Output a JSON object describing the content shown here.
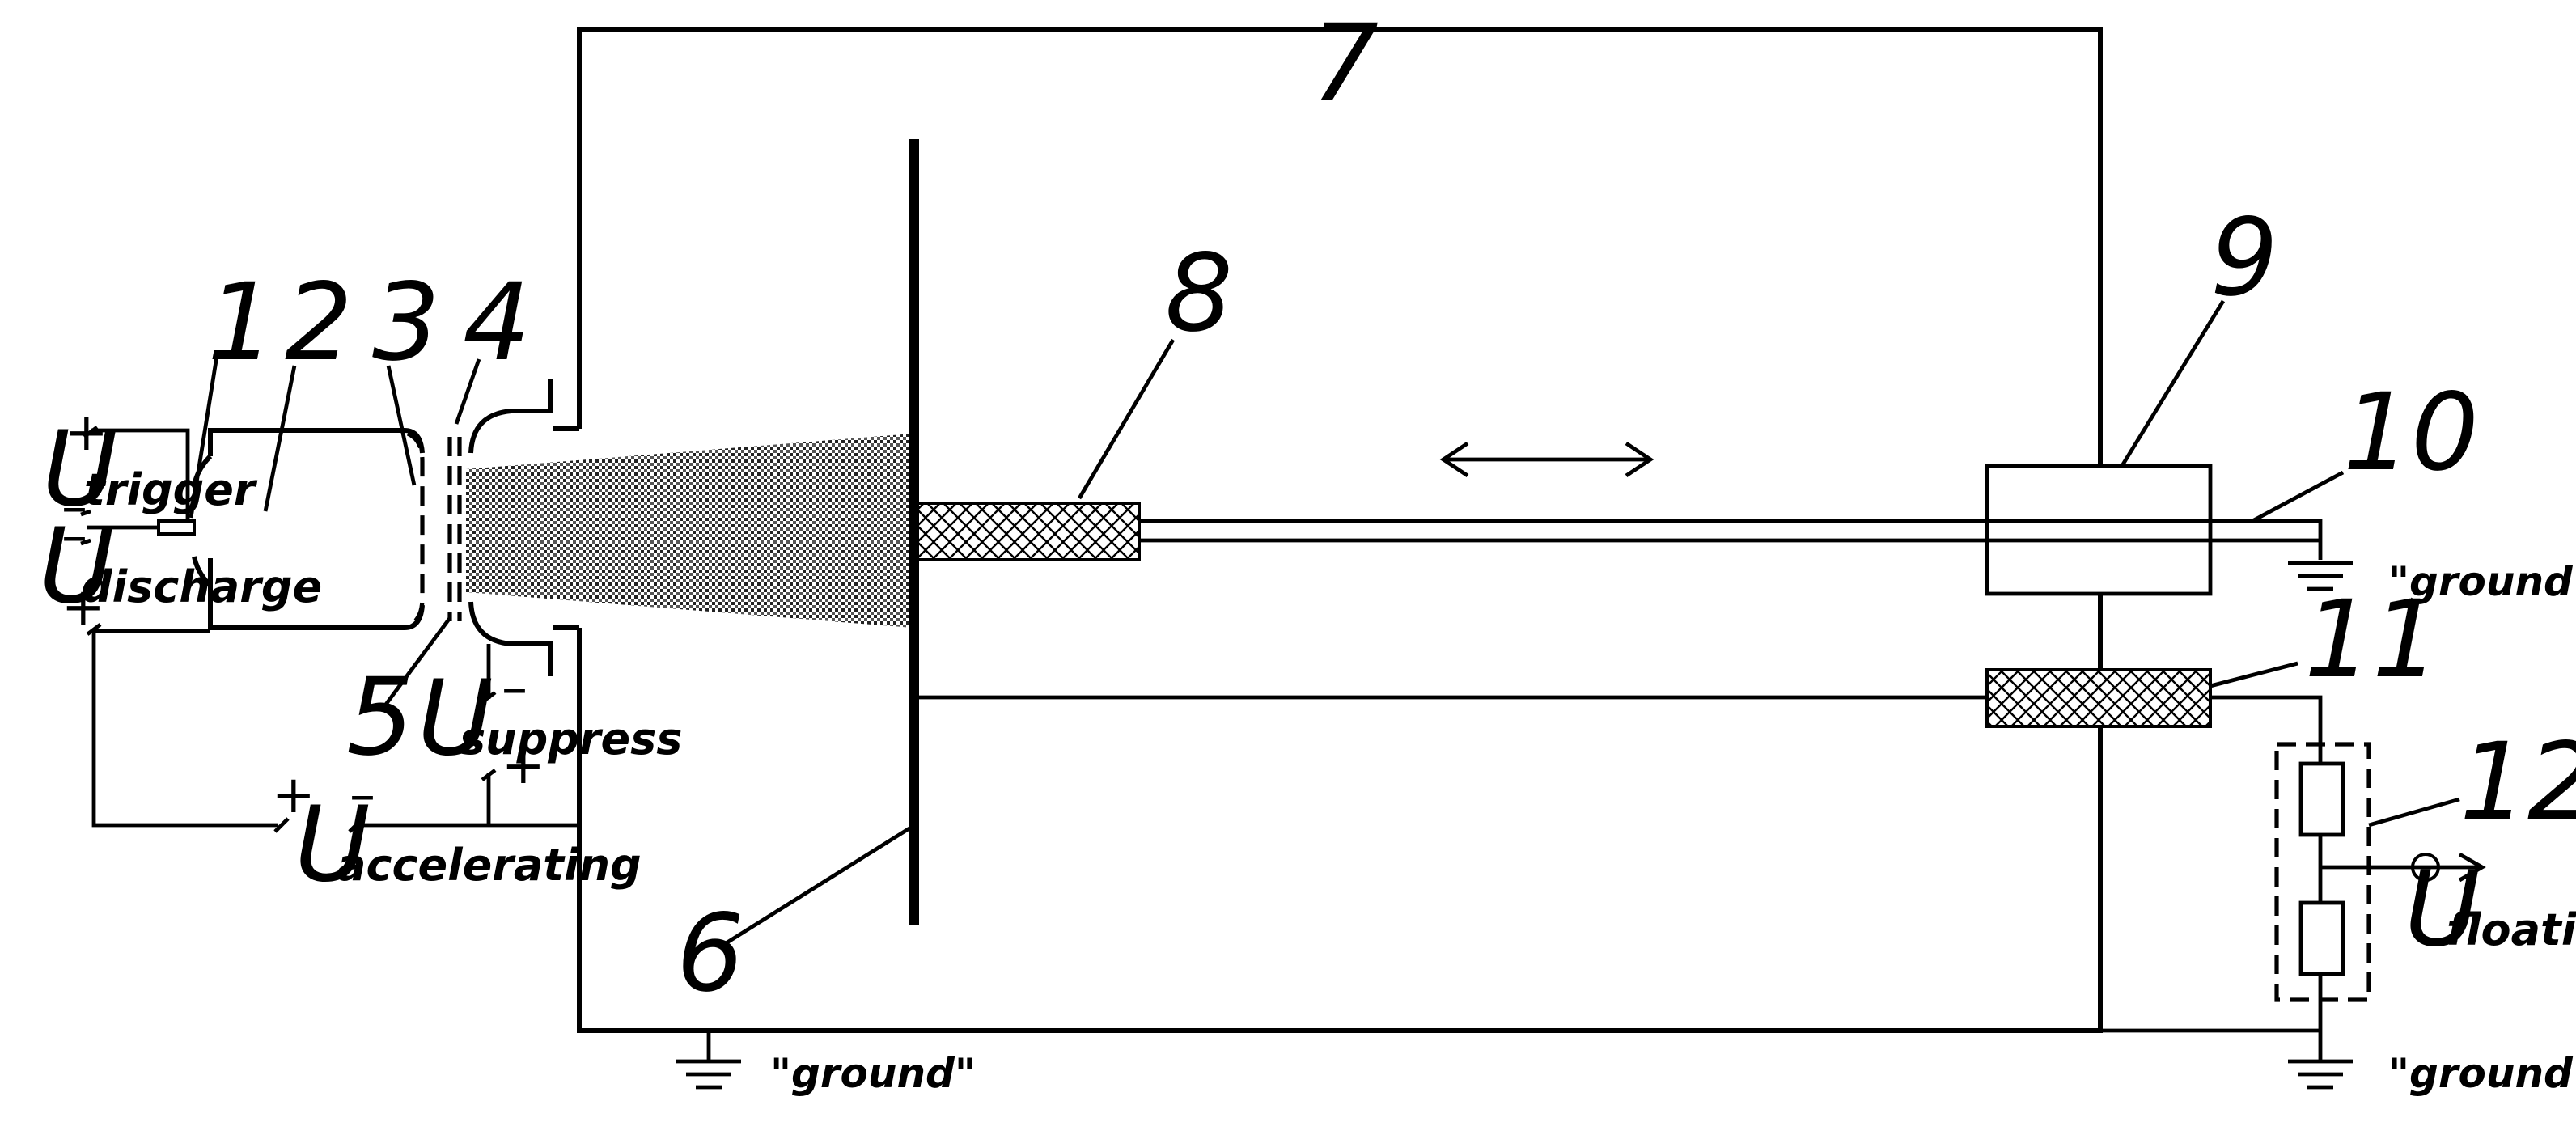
{
  "labels": {
    "n1": "1",
    "n2": "2",
    "n3": "3",
    "n4": "4",
    "n5": "5",
    "n6": "6",
    "n7": "7",
    "n8": "8",
    "n9": "9",
    "n10": "10",
    "n11": "11",
    "n12": "12"
  },
  "voltages": {
    "letter": "U",
    "trigger": "trigger",
    "discharge": "discharge",
    "suppress": "suppress",
    "accelerating": "accelerating",
    "floating": "floating"
  },
  "ground": "\"ground\"",
  "polarity": {
    "plus": "+",
    "minus": "–"
  }
}
